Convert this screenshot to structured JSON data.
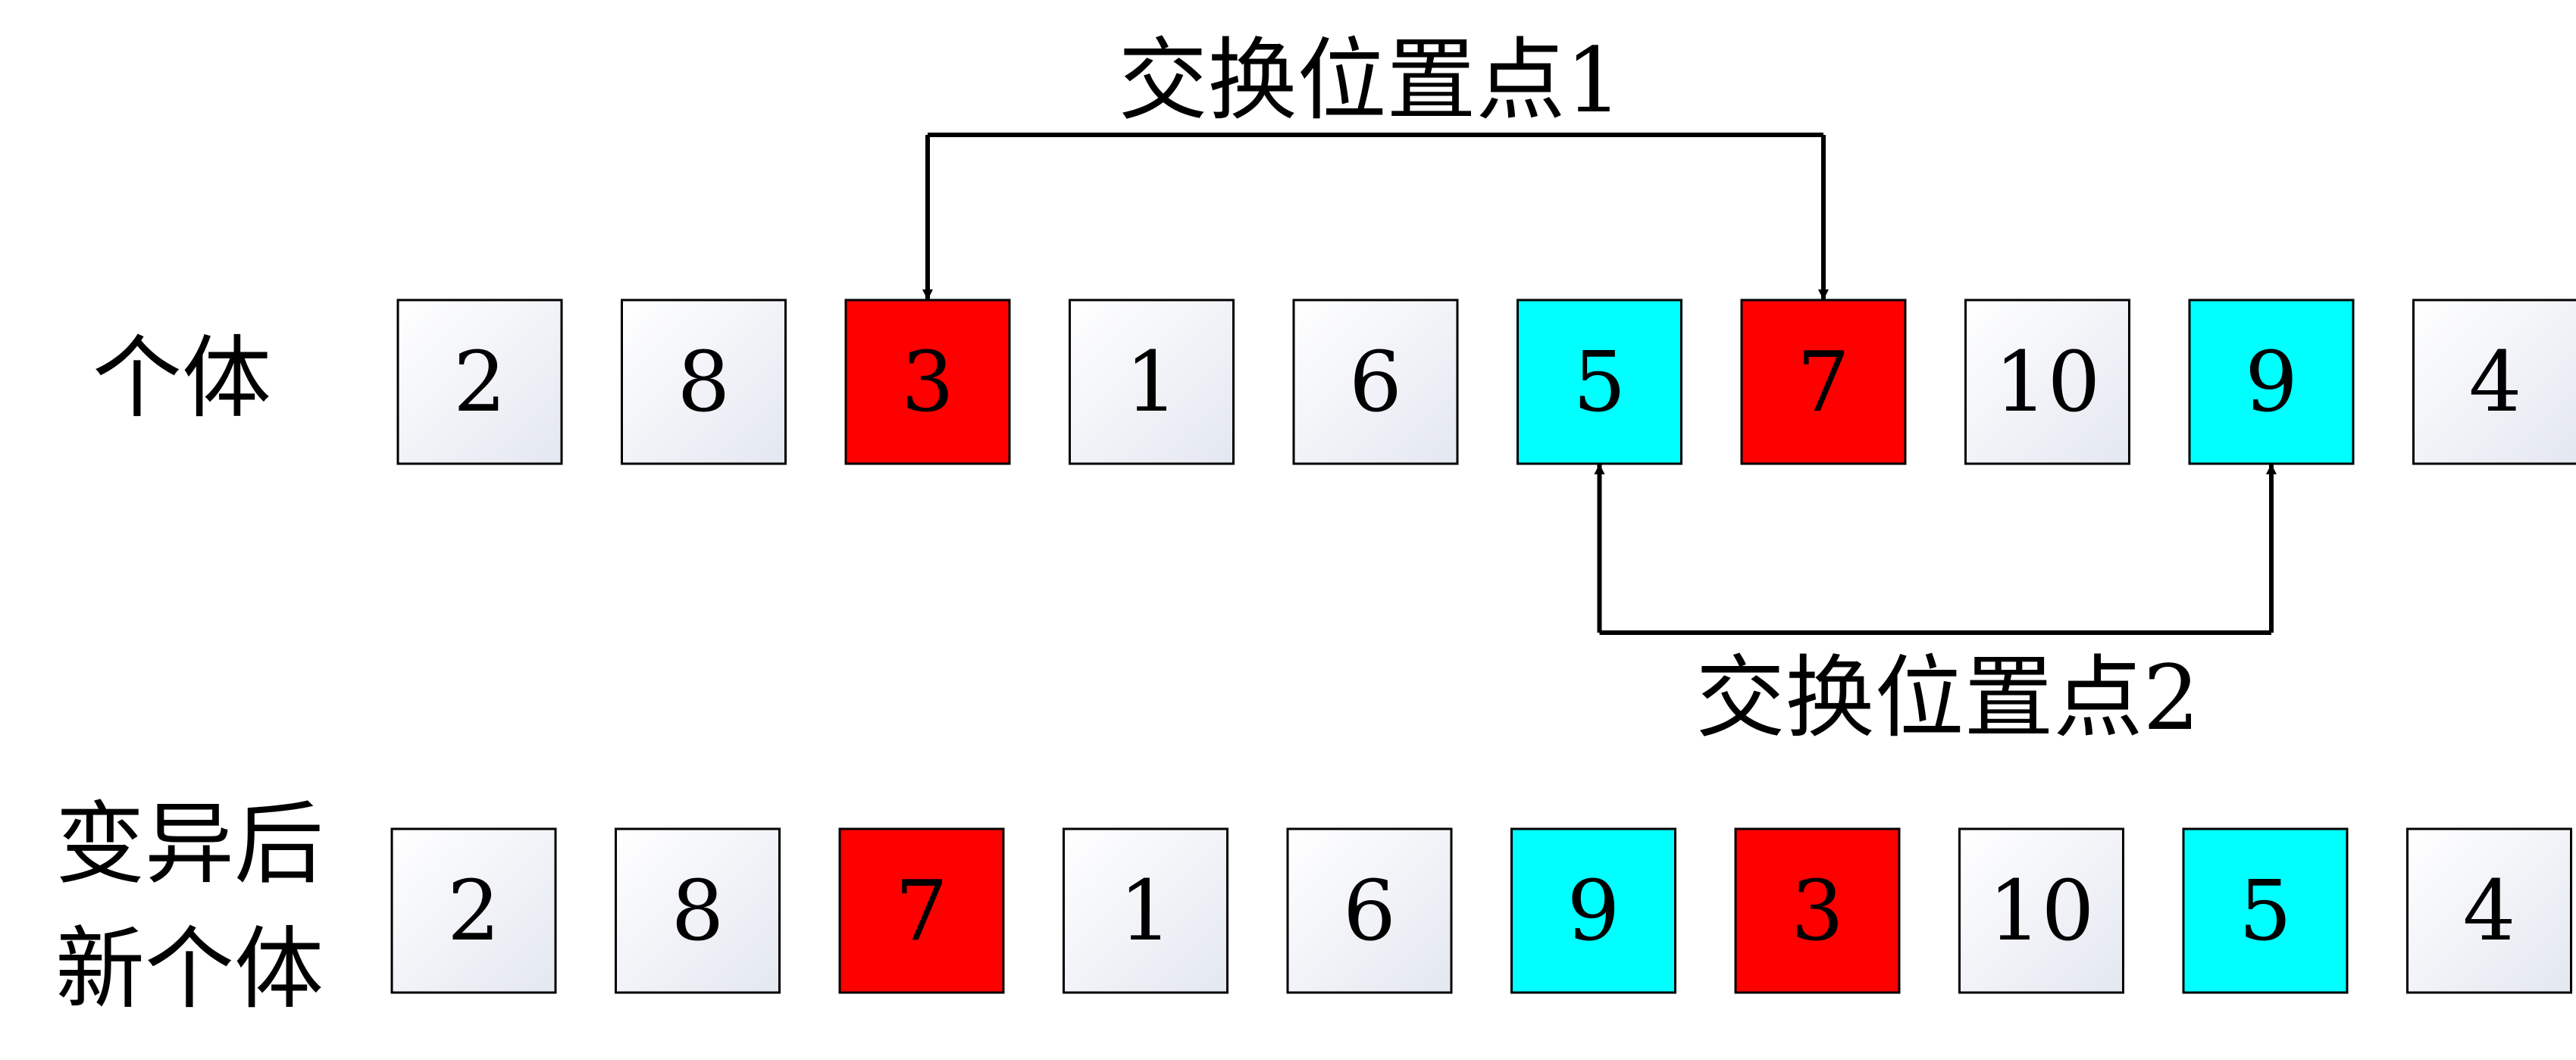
{
  "swap_point_1_label": "交换位置点1",
  "swap_point_2_label": "交换位置点2",
  "rows": [
    {
      "label_lines": [
        "个体"
      ],
      "genes": [
        {
          "value": "2",
          "color": "plain"
        },
        {
          "value": "8",
          "color": "plain"
        },
        {
          "value": "3",
          "color": "red"
        },
        {
          "value": "1",
          "color": "plain"
        },
        {
          "value": "6",
          "color": "plain"
        },
        {
          "value": "5",
          "color": "cyan"
        },
        {
          "value": "7",
          "color": "red"
        },
        {
          "value": "10",
          "color": "plain"
        },
        {
          "value": "9",
          "color": "cyan"
        },
        {
          "value": "4",
          "color": "plain"
        }
      ]
    },
    {
      "label_lines": [
        "变异后",
        "新个体"
      ],
      "genes": [
        {
          "value": "2",
          "color": "plain"
        },
        {
          "value": "8",
          "color": "plain"
        },
        {
          "value": "7",
          "color": "red"
        },
        {
          "value": "1",
          "color": "plain"
        },
        {
          "value": "6",
          "color": "plain"
        },
        {
          "value": "9",
          "color": "cyan"
        },
        {
          "value": "3",
          "color": "red"
        },
        {
          "value": "10",
          "color": "plain"
        },
        {
          "value": "5",
          "color": "cyan"
        },
        {
          "value": "4",
          "color": "plain"
        }
      ]
    }
  ],
  "swaps": [
    {
      "from_index": 2,
      "to_index": 6,
      "side": "top",
      "label_key": "swap_point_1_label"
    },
    {
      "from_index": 5,
      "to_index": 8,
      "side": "bottom",
      "label_key": "swap_point_2_label"
    }
  ],
  "colors": {
    "red": "#ff0000",
    "cyan": "#00ffff",
    "plain_light": "#ffffff",
    "plain_shade": "#e3e7f0",
    "stroke": "#000000",
    "text": "#000000"
  }
}
